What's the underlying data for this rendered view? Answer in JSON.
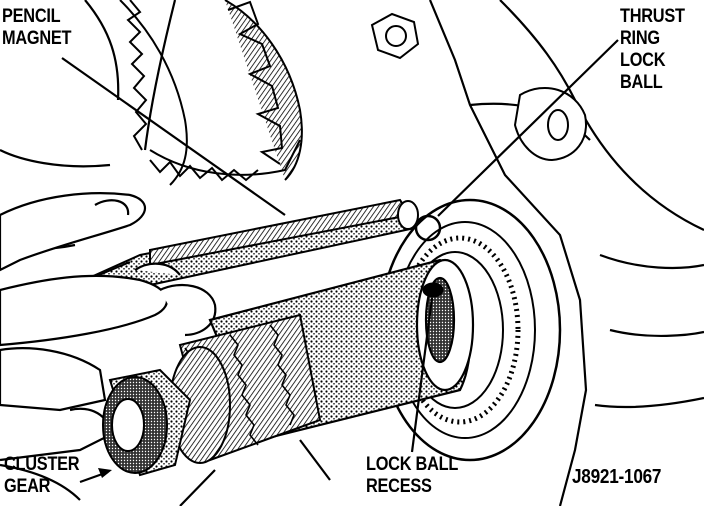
{
  "callouts": {
    "pencil_magnet": [
      "PENCIL",
      "MAGNET"
    ],
    "thrust_ring_lock_ball": [
      "THRUST",
      "RING",
      "LOCK",
      "BALL"
    ],
    "cluster_gear": [
      "CLUSTER",
      "GEAR"
    ],
    "lock_ball_recess": [
      "LOCK BALL",
      "RECESS"
    ]
  },
  "figure_id": "J8921-1067",
  "colors": {
    "ink": "#000000",
    "paper": "#ffffff"
  }
}
